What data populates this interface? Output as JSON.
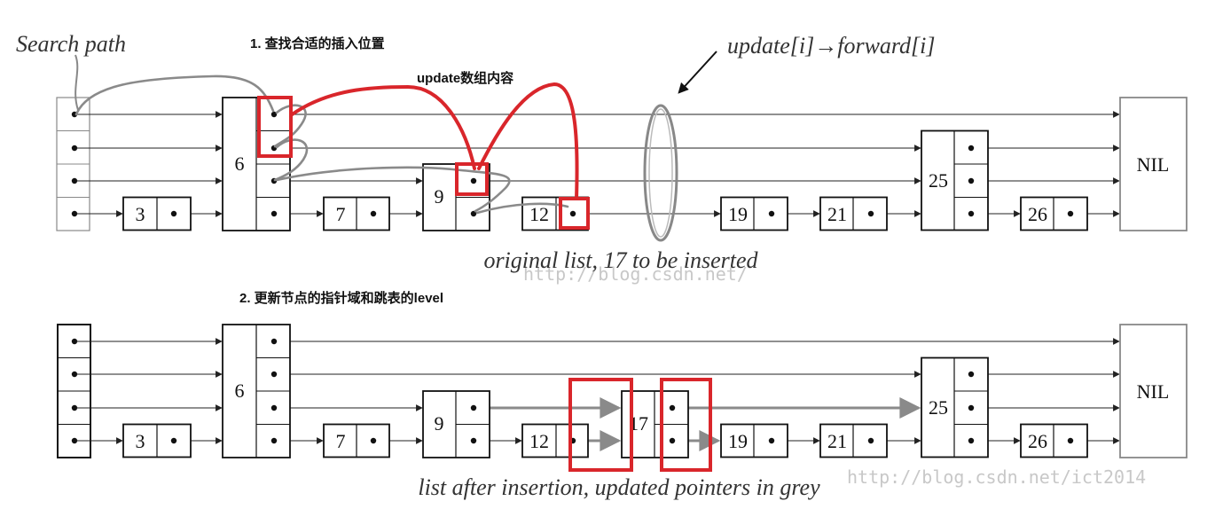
{
  "labels": {
    "search_path": "Search path",
    "step1": "1. 查找合适的插入位置",
    "update_content": "update数组内容",
    "update_forward": "update[i]→forward[i]",
    "caption_top": "original list, 17 to be inserted",
    "step2": "2. 更新节点的指针域和跳表的level",
    "caption_bottom": "list after insertion, updated pointers in grey",
    "watermark_mid": "http://blog.csdn.net/",
    "watermark_bottom": "http://blog.csdn.net/ict2014"
  },
  "nil_label": "NIL",
  "colors": {
    "line": "#222222",
    "grey": "#8a8a8a",
    "red": "#d9262b",
    "nil_border": "#888888"
  },
  "top_list": {
    "nodes": [
      {
        "key": "3",
        "level": 1
      },
      {
        "key": "6",
        "level": 4
      },
      {
        "key": "7",
        "level": 1
      },
      {
        "key": "9",
        "level": 2
      },
      {
        "key": "12",
        "level": 1
      },
      {
        "key": "19",
        "level": 1
      },
      {
        "key": "21",
        "level": 1
      },
      {
        "key": "25",
        "level": 3
      },
      {
        "key": "26",
        "level": 1
      }
    ]
  },
  "bottom_list": {
    "nodes": [
      {
        "key": "3",
        "level": 1
      },
      {
        "key": "6",
        "level": 4
      },
      {
        "key": "7",
        "level": 1
      },
      {
        "key": "9",
        "level": 2
      },
      {
        "key": "12",
        "level": 1
      },
      {
        "key": "17",
        "level": 2
      },
      {
        "key": "19",
        "level": 1
      },
      {
        "key": "21",
        "level": 1
      },
      {
        "key": "25",
        "level": 3
      },
      {
        "key": "26",
        "level": 1
      }
    ]
  }
}
